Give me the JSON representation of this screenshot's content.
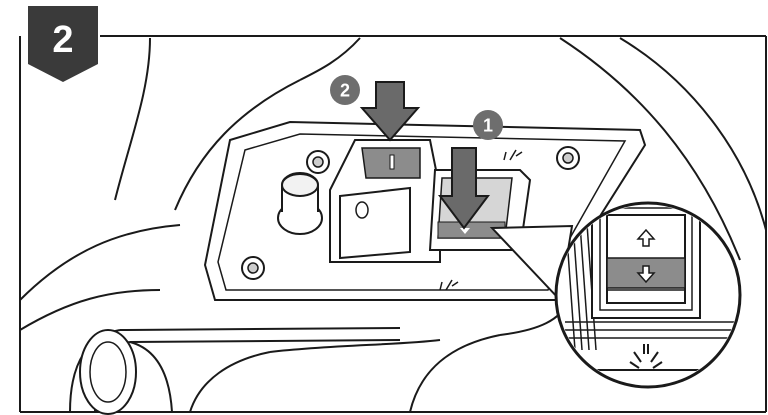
{
  "figure": {
    "step_number": "2",
    "callouts": [
      {
        "id": "press-order-2",
        "label": "2"
      },
      {
        "id": "press-order-1",
        "label": "1"
      }
    ],
    "colors": {
      "badge_fill": "#3a3a3a",
      "callout_fill": "#6e6e6e",
      "arrow_fill": "#6a6a6a",
      "line": "#1a1a1a",
      "shade": "#8c8c8c",
      "light_shade": "#d6d6d6"
    },
    "icons": [
      "arrow-up-icon",
      "arrow-down-icon",
      "light-symbol-icon"
    ]
  }
}
